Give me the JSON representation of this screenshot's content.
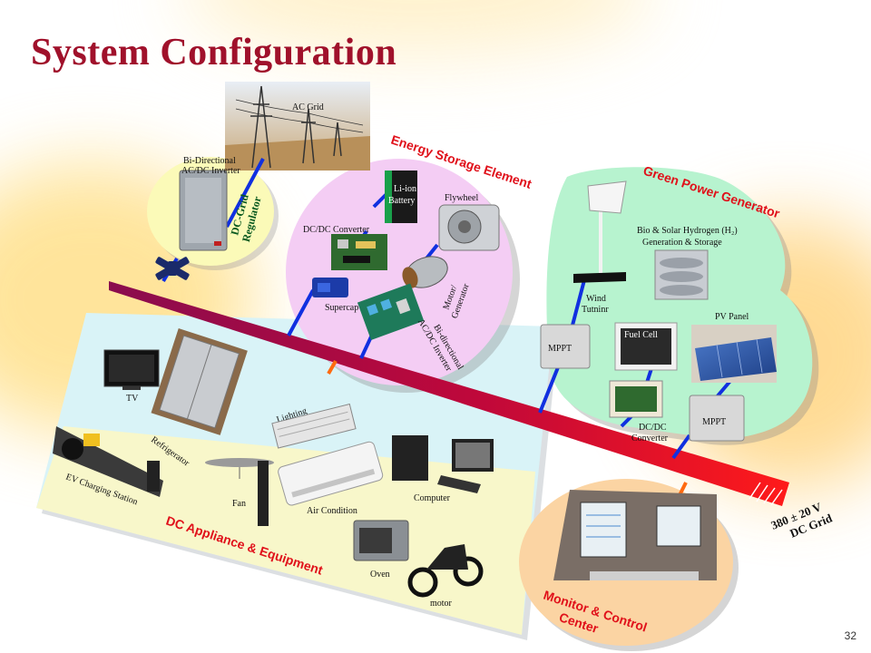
{
  "title": "System Configuration",
  "slide_number": "32",
  "dc_bus": {
    "voltage": "380 ± 20 V",
    "name": "DC Grid"
  },
  "grid_regulator": {
    "ac_grid": "AC Grid",
    "inverter": "Bi-Directional AC/DC Inverter",
    "inverter_line1": "Bi-Directional",
    "inverter_line2": "AC/DC Inverter",
    "regulator": "DC-Grid Regulator",
    "regulator_line1": "DC-Grid",
    "regulator_line2": "Regulator"
  },
  "energy_storage": {
    "heading": "Energy Storage Element",
    "li_ion": "Li-ion Battery",
    "li_ion_line1": "Li-ion",
    "li_ion_line2": "Battery",
    "flywheel": "Flywheel",
    "dcdc": "DC/DC Converter",
    "supercap": "Supercap",
    "motor": "Motor/ Generator",
    "motor_line1": "Motor/",
    "motor_line2": "Generator",
    "inverter": "Bi-directional AC/DC Inverter",
    "inverter_line1": "Bi-directional",
    "inverter_line2": "AC/DC Inverter"
  },
  "green_power": {
    "heading": "Green Power Generator",
    "wind": "Wind Tutninr",
    "wind_line1": "Wind",
    "wind_line2": "Tutninr",
    "hydrogen": "Bio & Solar Hydrogen (H₂) Generation & Storage",
    "hydrogen_line1": "Bio & Solar Hydrogen (H₂)",
    "hydrogen_line2": "Generation & Storage",
    "fuel_cell": "Fuel Cell",
    "pv": "PV Panel",
    "mppt_wind": "MPPT",
    "mppt_pv": "MPPT",
    "dcdc": "DC/DC Converter",
    "dcdc_line1": "DC/DC",
    "dcdc_line2": "Converter"
  },
  "appliances": {
    "heading": "DC Appliance & Equipment",
    "tv": "TV",
    "refrigerator": "Refrigerator",
    "lighting": "Lighting",
    "ev": "EV Charging Station",
    "fan": "Fan",
    "air_condition": "Air Condition",
    "computer": "Computer",
    "oven": "Oven",
    "motor": "motor"
  },
  "monitor": {
    "heading": "Monitor & Control Center",
    "line1": "Monitor & Control",
    "line2": "Center"
  }
}
